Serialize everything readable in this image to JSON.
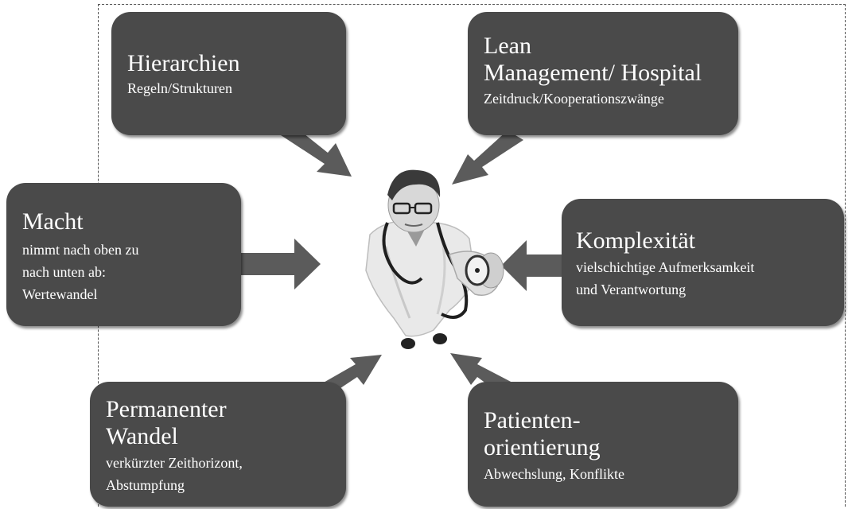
{
  "boxes": {
    "hierarchien": {
      "title": "Hierarchien",
      "sub": [
        "Regeln/Strukturen"
      ]
    },
    "lean": {
      "title": [
        "Lean",
        "Management/ Hospital"
      ],
      "sub": [
        "Zeitdruck/Kooperationszwänge"
      ]
    },
    "macht": {
      "title": "Macht",
      "sub": [
        "nimmt nach oben zu",
        "nach unten ab:",
        "Wertewandel"
      ]
    },
    "komplexitaet": {
      "title": "Komplexität",
      "sub": [
        "vielschichtige Aufmerksamkeit",
        "und Verantwortung"
      ]
    },
    "wandel": {
      "title": [
        "Permanenter",
        "Wandel"
      ],
      "sub": [
        "verkürzter Zeithorizont,",
        "Abstumpfung"
      ]
    },
    "patienten": {
      "title": [
        "Patienten-",
        "orientierung"
      ],
      "sub": [
        "Abwechslung, Konflikte"
      ]
    }
  },
  "colors": {
    "box": "#4a4a4a",
    "arrow": "#5b5b5b",
    "text": "#ffffff"
  },
  "center_image": "doctor-with-stethoscope"
}
